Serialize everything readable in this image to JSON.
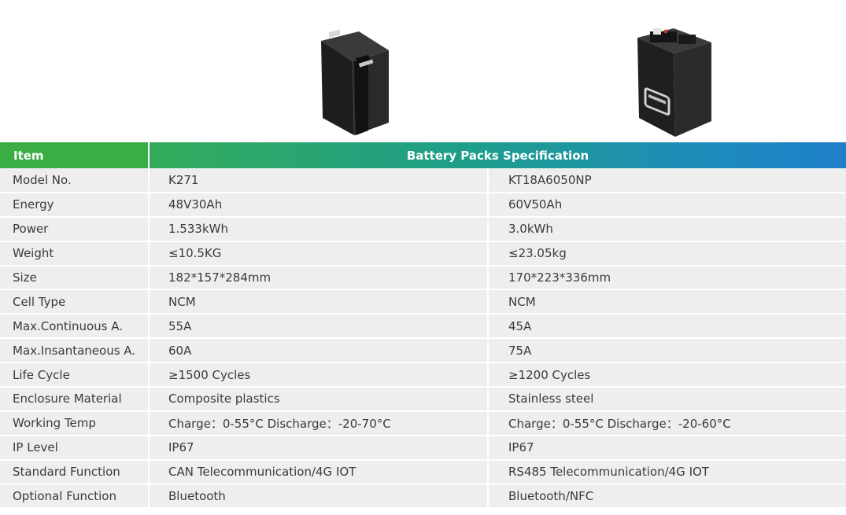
{
  "header": {
    "item_label": "Item",
    "title": "Battery Packs Specification"
  },
  "products": [
    {
      "icon": "battery-pack-k271-image"
    },
    {
      "icon": "battery-pack-kt18a6050np-image"
    }
  ],
  "rows": [
    {
      "item": "Model No.",
      "v1": "K271",
      "v2": "KT18A6050NP"
    },
    {
      "item": "Energy",
      "v1": "48V30Ah",
      "v2": "60V50Ah"
    },
    {
      "item": "Power",
      "v1": "1.533kWh",
      "v2": "3.0kWh"
    },
    {
      "item": "Weight",
      "v1": "≤10.5KG",
      "v2": "≤23.05kg"
    },
    {
      "item": "Size",
      "v1": "182*157*284mm",
      "v2": "170*223*336mm"
    },
    {
      "item": "Cell Type",
      "v1": "NCM",
      "v2": "NCM"
    },
    {
      "item": "Max.Continuous A.",
      "v1": "55A",
      "v2": "45A"
    },
    {
      "item": "Max.Insantaneous A.",
      "v1": "60A",
      "v2": "75A"
    },
    {
      "item": "Life Cycle",
      "v1": "≥1500 Cycles",
      "v2": "≥1200 Cycles"
    },
    {
      "item": "Enclosure Material",
      "v1": "Composite plastics",
      "v2": "Stainless steel"
    },
    {
      "item": "Working Temp",
      "v1": "Charge：0-55°C Discharge：-20-70°C",
      "v2": "Charge：0-55°C Discharge：-20-60°C"
    },
    {
      "item": "IP Level",
      "v1": "IP67",
      "v2": "IP67"
    },
    {
      "item": "Standard Function",
      "v1": "CAN Telecommunication/4G IOT",
      "v2": "RS485 Telecommunication/4G IOT"
    },
    {
      "item": "Optional Function",
      "v1": "Bluetooth",
      "v2": "Bluetooth/NFC"
    }
  ]
}
